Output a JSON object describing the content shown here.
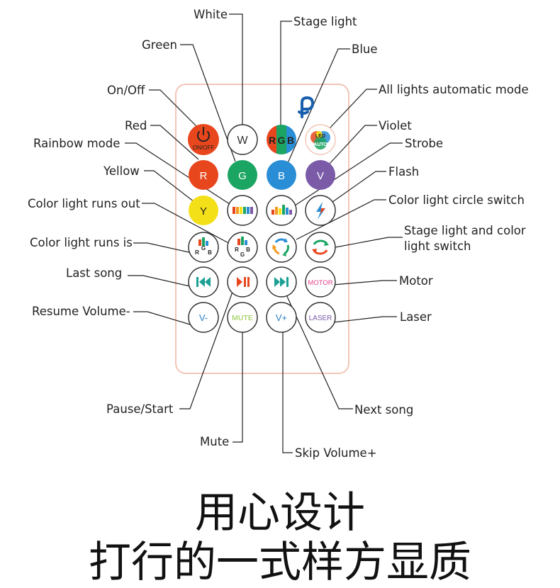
{
  "labels": {
    "white": "White",
    "stage_light": "Stage light",
    "green": "Green",
    "blue": "Blue",
    "on_off": "On/Off",
    "all_lights_auto": "All lights automatic mode",
    "red": "Red",
    "violet": "Violet",
    "rainbow": "Rainbow mode",
    "strobe": "Strobe",
    "yellow": "Yellow",
    "flash": "Flash",
    "runs_out": "Color light runs out",
    "circle_switch": "Color light circle switch",
    "runs_is": "Color light runs is",
    "stage_color_1": "Stage light and color",
    "stage_color_2": "light switch",
    "last_song": "Last song",
    "motor": "Motor",
    "resume_volume": "Resume Volume-",
    "laser": "Laser",
    "pause_start": "Pause/Start",
    "next_song": "Next song",
    "mute": "Mute",
    "skip_volume": "Skip Volume+"
  },
  "buttons": {
    "on_off_caption": "ON/OFF",
    "white": "W",
    "rgb_r": "R",
    "rgb_g": "G",
    "rgb_b": "B",
    "led_auto_1": "LED",
    "led_auto_2": "AUTO",
    "red": "R",
    "green": "G",
    "blue": "B",
    "violet": "V",
    "yellow": "Y",
    "rgb_small_r": "R",
    "rgb_small_g": "G",
    "rgb_small_b": "B",
    "motor": "MOTOR",
    "vol_minus": "V-",
    "mute": "MUTE",
    "vol_plus": "V+",
    "laser": "LASER"
  },
  "heading": {
    "line1": "用心设计",
    "line2": "打行的一式样方显质"
  },
  "colors": {
    "remote_outline": "#f2c6b6",
    "red": "#e8461d",
    "green": "#1aa562",
    "blue": "#2a8ed6",
    "violet": "#7b5ba8",
    "yellow": "#f4e019",
    "teal": "#1aa094",
    "motor_text": "#e5408c",
    "laser_text": "#7b5ba8",
    "mute_text": "#8ec641",
    "vol_text": "#2a7fc4",
    "logo": "#1a5fae"
  }
}
